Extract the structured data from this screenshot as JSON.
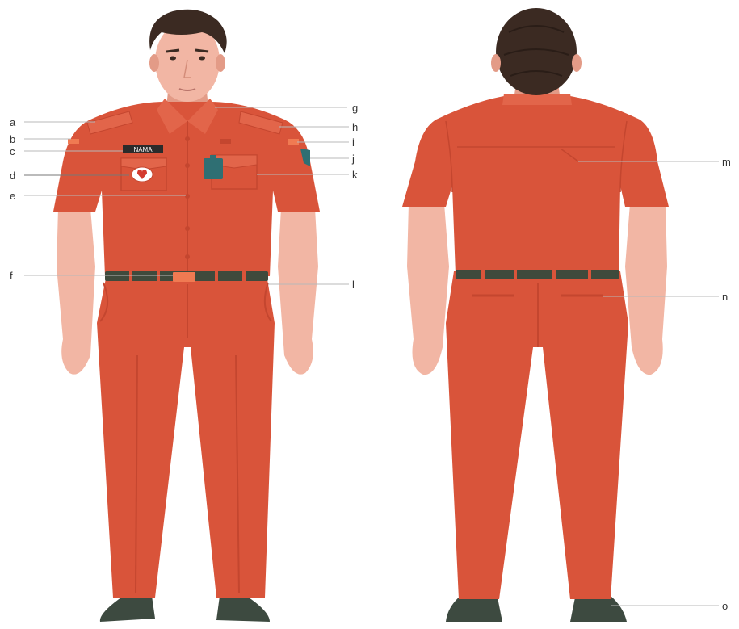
{
  "name_tag_text": "NAMA",
  "callouts": [
    {
      "id": "a",
      "label": "a",
      "target": "shoulder-epaulette"
    },
    {
      "id": "b",
      "label": "b",
      "target": "sleeve-stripe"
    },
    {
      "id": "c",
      "label": "c",
      "target": "name-tag"
    },
    {
      "id": "d",
      "label": "d",
      "target": "chest-emblem"
    },
    {
      "id": "e",
      "label": "e",
      "target": "shirt-button"
    },
    {
      "id": "f",
      "label": "f",
      "target": "belt-buckle"
    },
    {
      "id": "g",
      "label": "g",
      "target": "shirt-collar"
    },
    {
      "id": "h",
      "label": "h",
      "target": "right-epaulette"
    },
    {
      "id": "i",
      "label": "i",
      "target": "flag-badge"
    },
    {
      "id": "j",
      "label": "j",
      "target": "sleeve-badge"
    },
    {
      "id": "k",
      "label": "k",
      "target": "pocket-badge"
    },
    {
      "id": "l",
      "label": "l",
      "target": "belt"
    },
    {
      "id": "m",
      "label": "m",
      "target": "back-yoke"
    },
    {
      "id": "n",
      "label": "n",
      "target": "back-pocket"
    },
    {
      "id": "o",
      "label": "o",
      "target": "shoe"
    }
  ],
  "colors": {
    "uniform": "#d9543a",
    "uniform_shadow": "#c4462f",
    "uniform_light": "#e2654a",
    "skin": "#f2b6a4",
    "skin_shadow": "#e39b87",
    "hair": "#3b2a22",
    "belt": "#3f4a3c",
    "buckle": "#f07a52",
    "shoe": "#3d4a40",
    "badge_teal": "#2f6f73",
    "background": "#ffffff"
  }
}
